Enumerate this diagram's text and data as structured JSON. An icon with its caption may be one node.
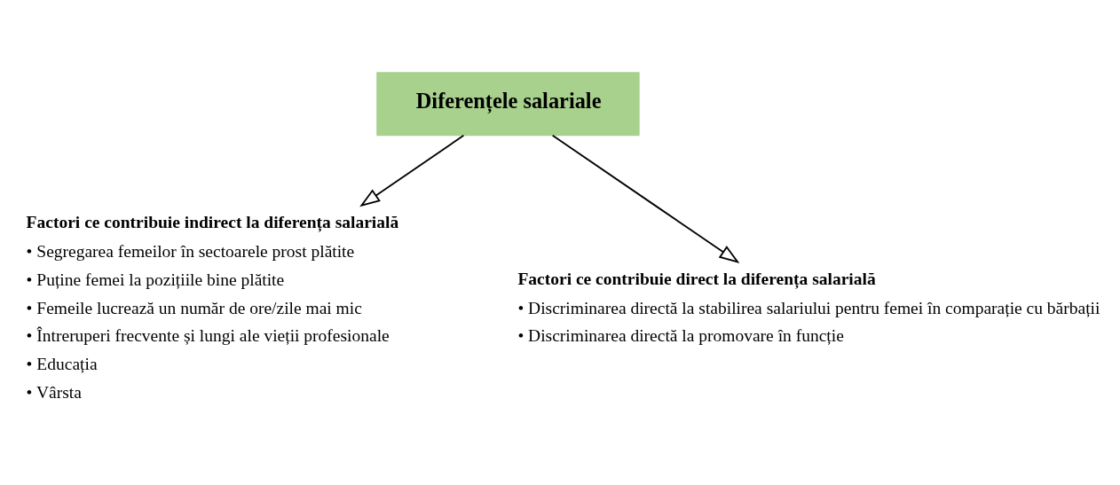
{
  "diagram": {
    "nodes": [
      {
        "text": [
          "Diferențele salariale"
        ]
      },
      {
        "text": [
          "Factori ce contribuie indirect la diferența salarială",
          "• Segregarea femeilor în sectoarele prost plătite",
          "• Puține femei la pozițiile bine plătite",
          "• Femeile lucrează un număr de ore/zile mai mic",
          "• Întreruperi frecvente și lungi ale vieții profesionale",
          "• Educația",
          "• Vârsta"
        ]
      },
      {
        "text": [
          "Factori ce contribuie direct la diferența salarială",
          "• Discriminarea directă la stabilirea salariului pentru femei în comparație cu bărbații",
          "• Discriminarea directă la promovare în funcție"
        ]
      }
    ],
    "edges": [
      {
        "from": 0,
        "to": 1,
        "arrow": "to"
      },
      {
        "from": 0,
        "to": 2,
        "arrow": "to"
      }
    ]
  }
}
